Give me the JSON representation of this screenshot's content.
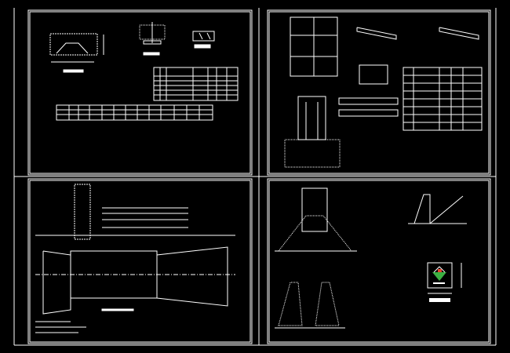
{
  "colors": {
    "background": "#000000",
    "line": "#ffffff",
    "logo_green": "#3cb043",
    "logo_red": "#e8402a"
  },
  "sheets": [
    {
      "id": "sheet-1",
      "icon": "cad-sheet"
    },
    {
      "id": "sheet-2",
      "icon": "cad-sheet"
    },
    {
      "id": "sheet-3",
      "icon": "cad-sheet"
    },
    {
      "id": "sheet-4",
      "icon": "cad-sheet"
    }
  ],
  "logo": {
    "icon": "mountain-logo-icon"
  }
}
